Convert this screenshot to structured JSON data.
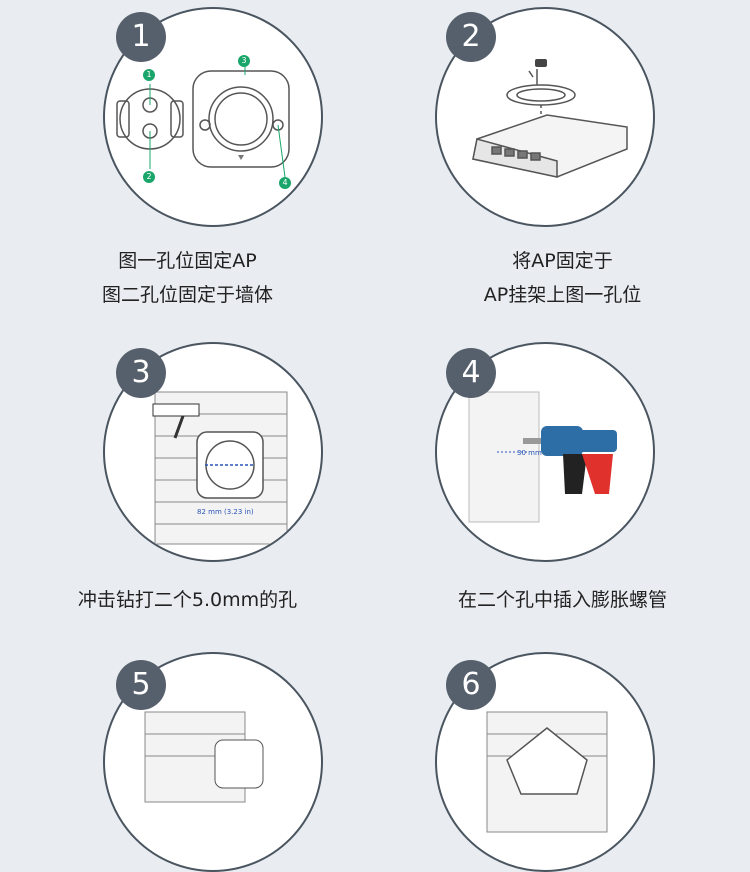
{
  "steps": [
    {
      "number": "1",
      "lines": [
        "图一孔位固定AP",
        "图二孔位固定于墙体"
      ]
    },
    {
      "number": "2",
      "lines": [
        "将AP固定于",
        "AP挂架上图一孔位"
      ]
    },
    {
      "number": "3",
      "lines": [
        "冲击钻打二个5.0mm的孔"
      ]
    },
    {
      "number": "4",
      "lines": [
        "在二个孔中插入膨胀螺管"
      ]
    },
    {
      "number": "5",
      "lines": []
    },
    {
      "number": "6",
      "lines": []
    }
  ],
  "illustrations": {
    "step1_markers": [
      "1",
      "2",
      "3",
      "4"
    ],
    "step3_dimension": "82 mm (3.23 in)",
    "step4_dimension": "30 mm"
  },
  "colors": {
    "badge": "#56606c",
    "circle_border": "#4a5560",
    "marker": "#1aa66a",
    "background": "#e9edf1"
  }
}
